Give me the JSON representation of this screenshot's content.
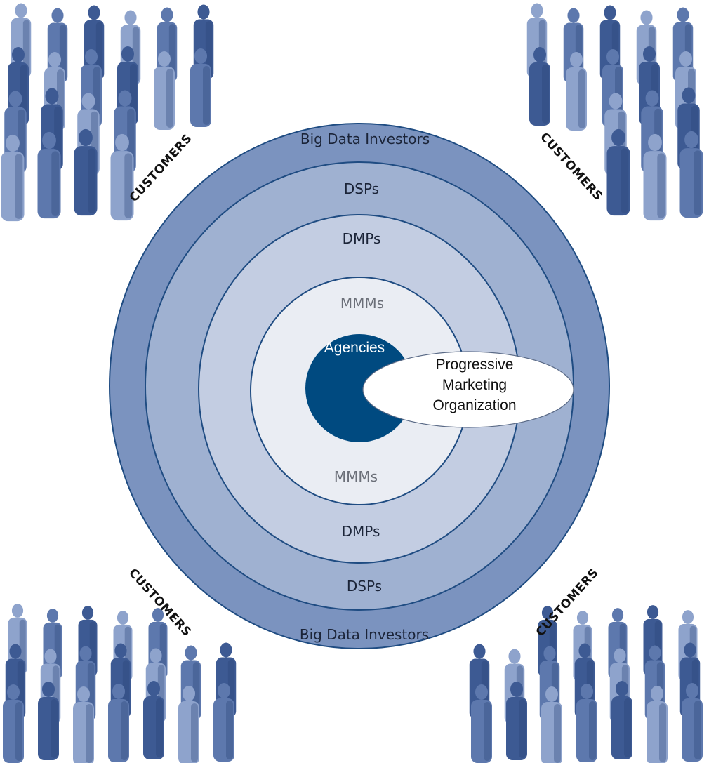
{
  "colors": {
    "ring_outer": "#7b93bf",
    "ring_dsps": "#9fb1d1",
    "ring_dmps": "#c3cde2",
    "ring_mmms": "#eaedf3",
    "ring_stroke": "#1f4c82",
    "agencies": "#004a80",
    "pmo_fill": "#ffffff",
    "people_light": "#8ea3cc",
    "people_mid": "#5d78ad",
    "people_dark": "#3d5a93"
  },
  "rings": {
    "outer_top": "Big Data Investors",
    "outer_bottom": "Big Data Investors",
    "dsps_top": "DSPs",
    "dsps_bottom": "DSPs",
    "dmps_top": "DMPs",
    "dmps_bottom": "DMPs",
    "mmms_top": "MMMs",
    "mmms_bottom": "MMMs"
  },
  "center": {
    "agencies": "Agencies"
  },
  "pmo": {
    "line1": "Progressive",
    "line2": "Marketing",
    "line3": "Organization"
  },
  "customers": {
    "top_left": "CUSTOMERS",
    "top_right": "CUSTOMERS",
    "bottom_left": "CUSTOMERS",
    "bottom_right": "CUSTOMERS"
  },
  "icons": {
    "crowd": "person-figure-icon"
  }
}
